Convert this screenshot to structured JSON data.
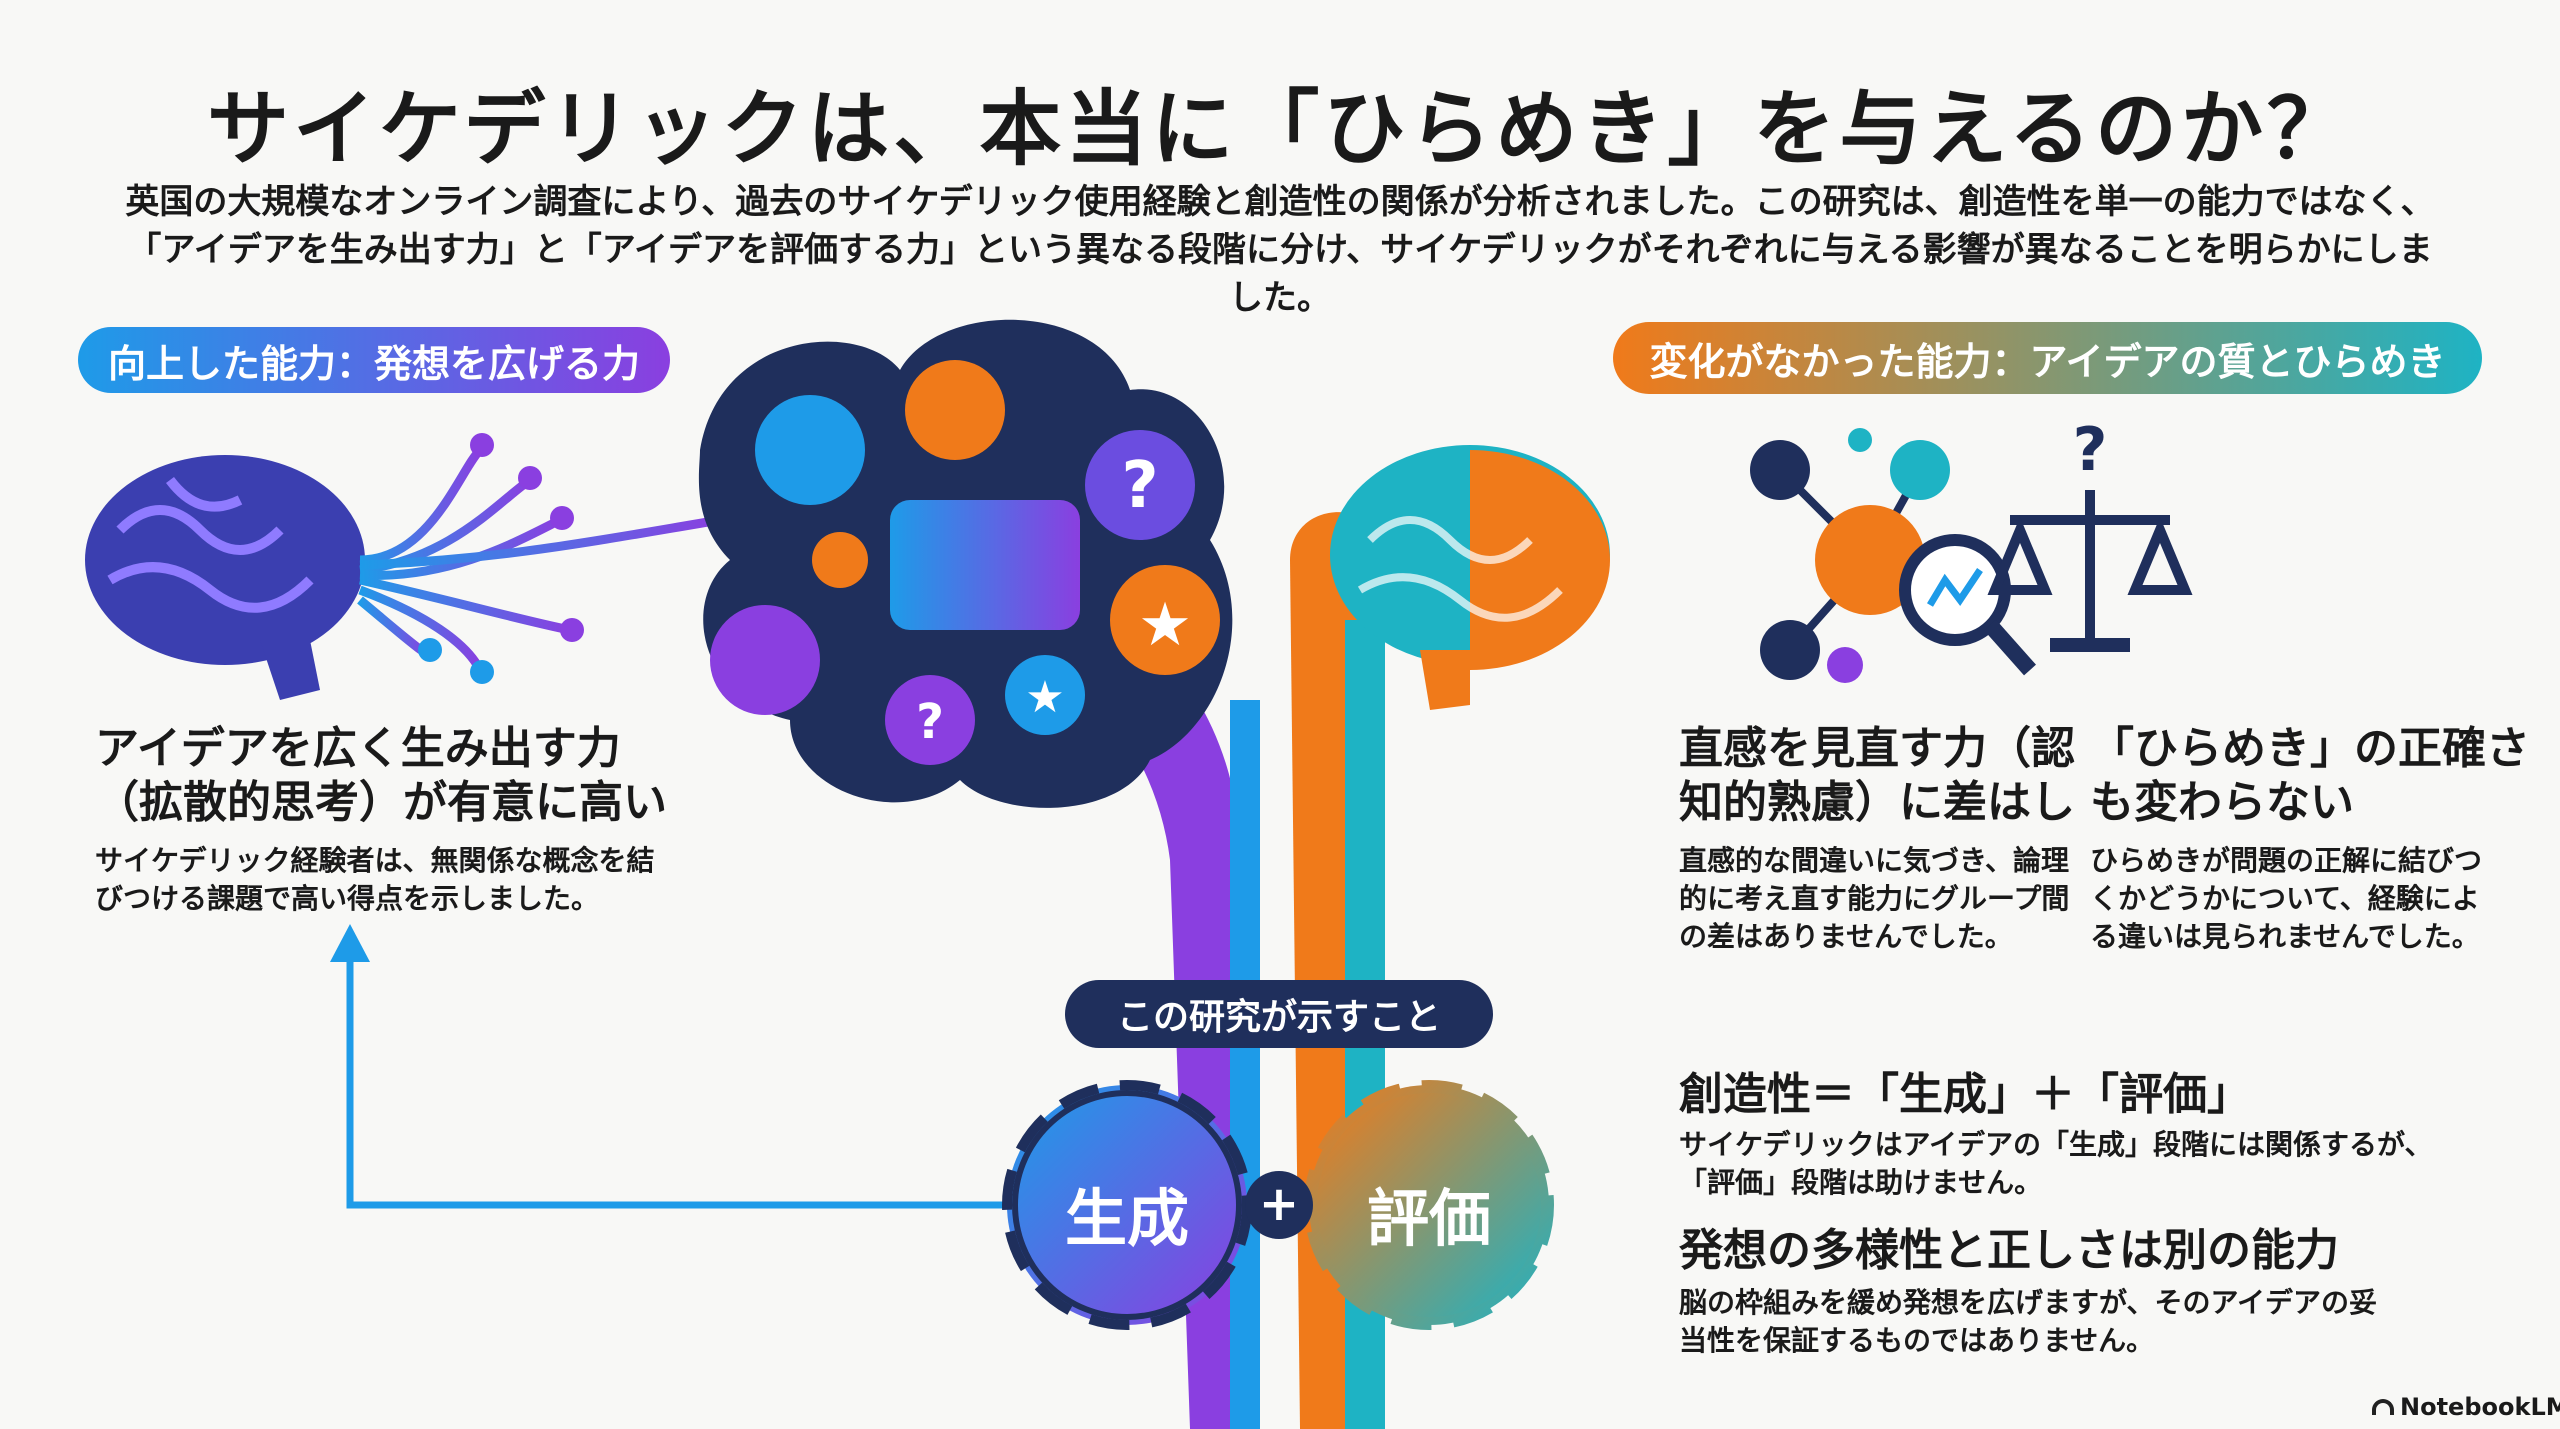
{
  "title": "サイケデリックは、本当に「ひらめき」を与えるのか？",
  "intro": [
    "英国の大規模なオンライン調査により、過去のサイケデリック使用経験と創造性の関係が分析されました。この研究は、創造性を単一の能力ではなく、",
    "「アイデアを生み出す力」と「アイデアを評価する力」という異なる段階に分け、サイケデリックがそれぞれに与える影響が異なることを明らかにしました。"
  ],
  "left": {
    "pill": "向上した能力：発想を広げる力",
    "heading": [
      "アイデアを広く生み出す力",
      "（拡散的思考）が有意に高い"
    ],
    "body": [
      "サイケデリック経験者は、無関係な概念を結",
      "びつける課題で高い得点を示しました。"
    ]
  },
  "right": {
    "pill": "変化がなかった能力：アイデアの質とひらめき",
    "col1": {
      "heading": [
        "直感を見直す力（認",
        "知的熟慮）に差はし"
      ],
      "body": [
        "直感的な間違いに気づき、論理",
        "的に考え直す能力にグループ間",
        "の差はありませんでした。"
      ]
    },
    "col2": {
      "heading": [
        "「ひらめき」の正確さ",
        "も変わらない"
      ],
      "body": [
        "ひらめきが問題の正解に結びつ",
        "くかどうかについて、経験によ",
        "る違いは見られませんでした。"
      ]
    }
  },
  "center": {
    "pill": "この研究が示すこと",
    "gear1": "生成",
    "plus": "+",
    "gear2": "評価"
  },
  "bottom": {
    "h1": "創造性＝「生成」＋「評価」",
    "b1": [
      "サイケデリックはアイデアの「生成」段階には関係するが、",
      "「評価」段階は助けません。"
    ],
    "h2": "発想の多様性と正しさは別の能力",
    "b2": [
      "脳の枠組みを緩め発想を広げますが、そのアイデアの妥",
      "当性を保証するものではありません。"
    ]
  },
  "footer": "NotebookLM",
  "colors": {
    "purple": "#8a3fe0",
    "blue": "#1e9be8",
    "orange": "#f07a1a",
    "teal": "#1eb3c4",
    "navy": "#1f2f5c"
  }
}
